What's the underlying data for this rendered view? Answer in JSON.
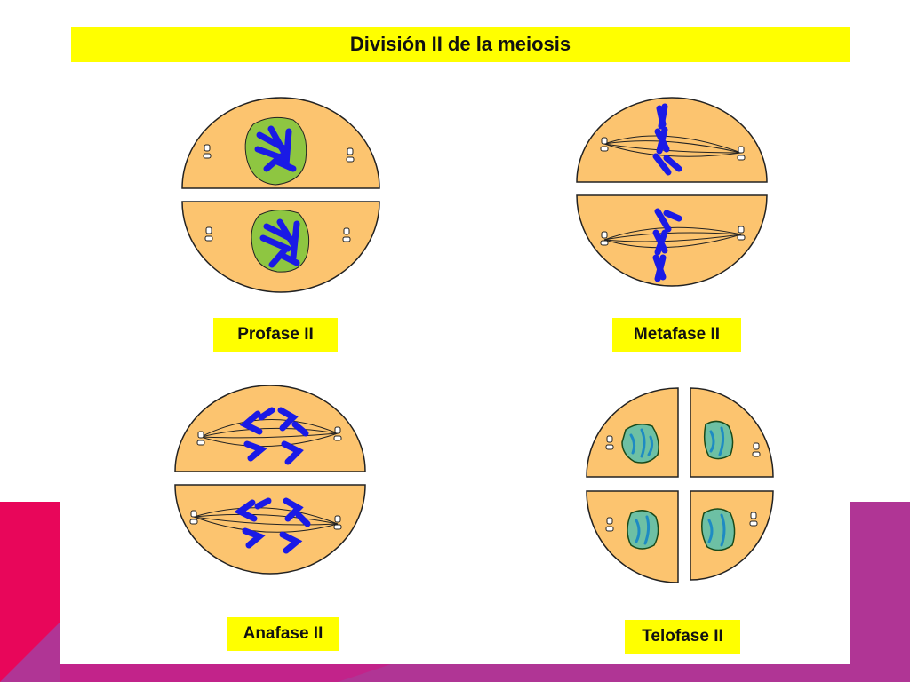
{
  "title": "División II de la meiosis",
  "phases": {
    "prophase": "Profase II",
    "metaphase": "Metafase II",
    "anaphase": "Anafase II",
    "telophase": "Telofase II"
  },
  "colors": {
    "cell": "#fcc46f",
    "nucleus": "#8ec641",
    "chromosome": "#1a1ae6",
    "daughter_nucleus": "#6dc0a4",
    "highlight": "#ffff00",
    "accent_pink": "#e8065a",
    "accent_purple": "#b03595"
  }
}
